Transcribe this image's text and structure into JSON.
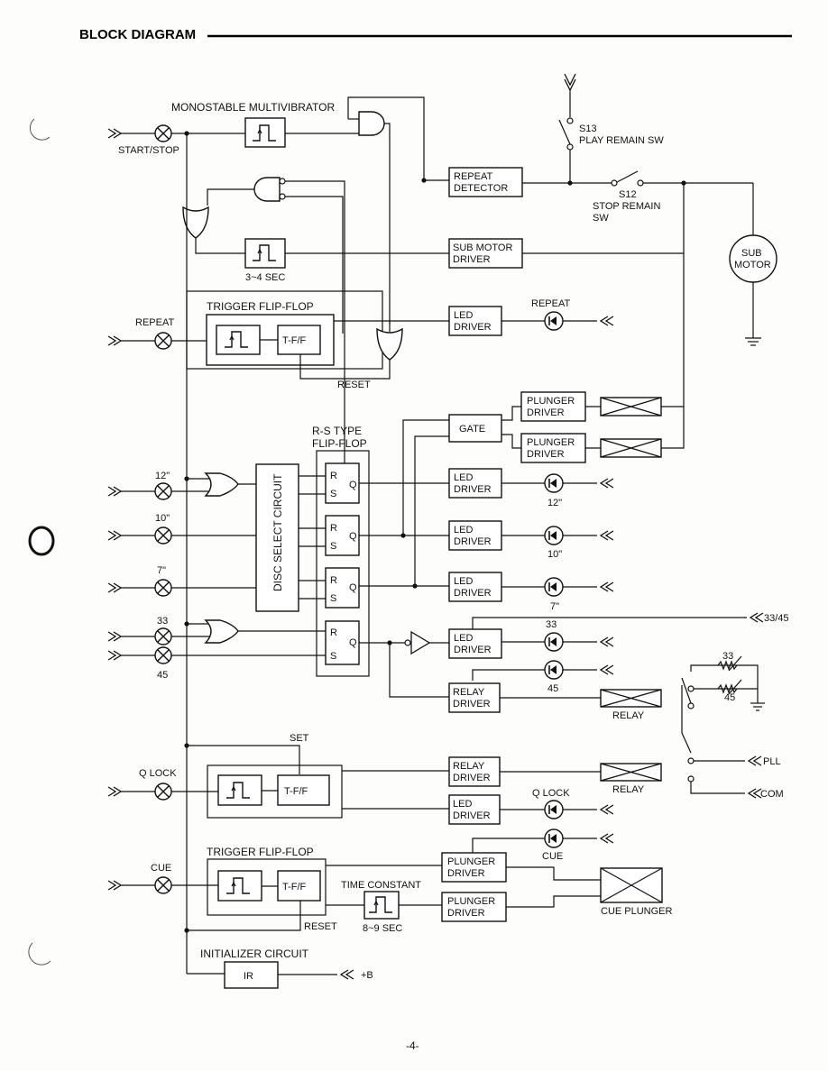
{
  "header": {
    "title": "BLOCK DIAGRAM"
  },
  "footer": {
    "page_number": "-4-"
  },
  "inputs": {
    "start_stop": "START/STOP",
    "repeat": "REPEAT",
    "d12": "12\"",
    "d10": "10\"",
    "d7": "7\"",
    "s33": "33",
    "s45": "45",
    "qlock": "Q LOCK",
    "cue": "CUE"
  },
  "blocks": {
    "monostable": "MONOSTABLE MULTIVIBRATOR",
    "sec34": "3~4 SEC",
    "trigger_ff": "TRIGGER FLIP-FLOP",
    "tff": "T-F/F",
    "reset": "RESET",
    "rs_ff_1": "R-S TYPE",
    "rs_ff_2": "FLIP-FLOP",
    "disc_select": "DISC SELECT CIRCUIT",
    "r": "R",
    "s": "S",
    "q": "Q",
    "set": "SET",
    "time_constant": "TIME CONSTANT",
    "sec89": "8~9 SEC",
    "initializer": "INITIALIZER CIRCUIT",
    "ir": "IR",
    "plus_b": "+B",
    "repeat_det_1": "REPEAT",
    "repeat_det_2": "DETECTOR",
    "sub_motor_drv_1": "SUB MOTOR",
    "sub_motor_drv_2": "DRIVER",
    "led": "LED",
    "driver": "DRIVER",
    "plunger": "PLUNGER",
    "relay": "RELAY",
    "gate": "GATE"
  },
  "right": {
    "s13": "S13",
    "play_remain": "PLAY REMAIN SW",
    "s12": "S12",
    "stop_remain_1": "STOP REMAIN",
    "stop_remain_2": "SW",
    "sub": "SUB",
    "motor": "MOTOR",
    "led_repeat": "REPEAT",
    "led_12": "12\"",
    "led_10": "10\"",
    "led_7": "7\"",
    "led_33": "33",
    "led_45": "45",
    "sig_3345": "33/45",
    "pot33": "33",
    "pot45": "45",
    "relay_lbl": "RELAY",
    "relay_lbl2": "RELAY",
    "pll": "PLL",
    "com": "COM",
    "qlock_led": "Q LOCK",
    "cue_led": "CUE",
    "cue_plunger": "CUE PLUNGER"
  }
}
